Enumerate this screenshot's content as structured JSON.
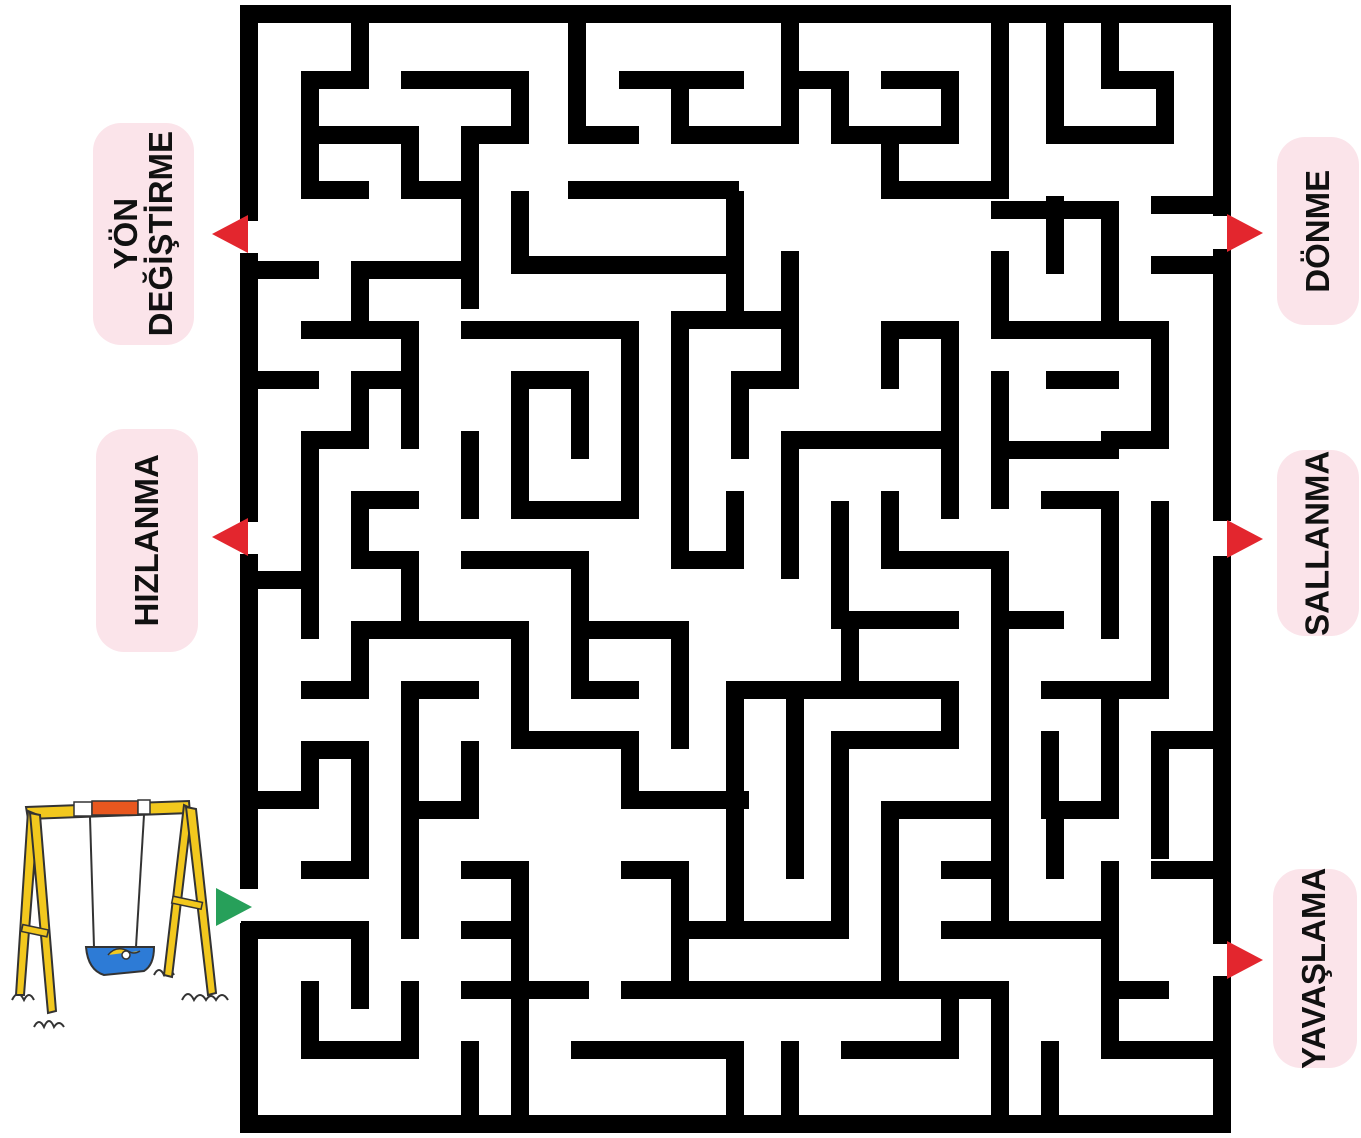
{
  "labels": {
    "left_top": "YÖN\nDEĞİŞTİRME",
    "left_mid": "HIZLANMA",
    "right_top": "DÖNME",
    "right_mid": "SALLANMA",
    "right_bottom": "YAVAŞLAMA"
  },
  "colors": {
    "wall": "#000000",
    "exit_arrow": "#e3262e",
    "start_arrow": "#27a05a",
    "pill": "#fbe4ea",
    "swing_frame": "#f2c81e",
    "swing_seat": "#2d7bd6",
    "swing_bar_accent": "#e8571f"
  },
  "icons": {
    "start": "swing-set-icon",
    "exit_marker": "triangle-arrow-icon"
  }
}
